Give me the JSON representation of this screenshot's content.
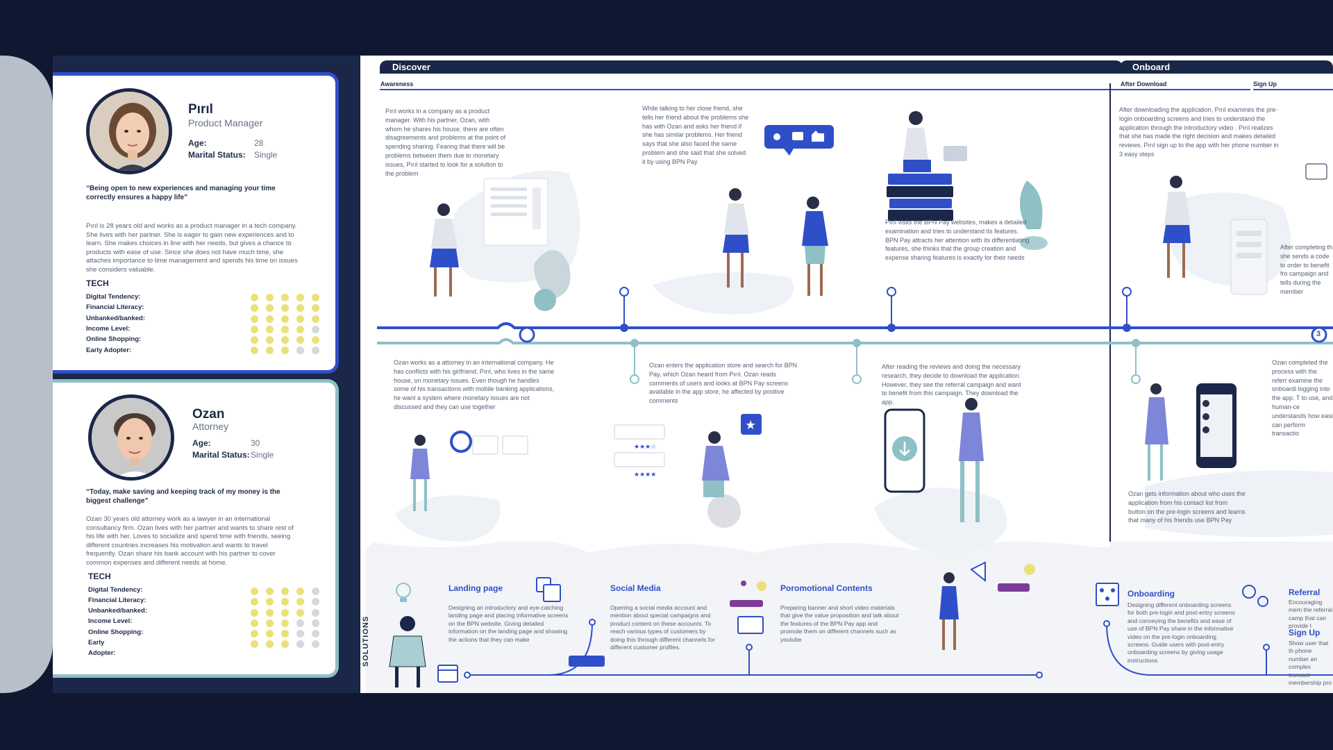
{
  "personas": [
    {
      "name": "Pırıl",
      "role": "Product Manager",
      "age_label": "Age:",
      "age": "28",
      "marital_label": "Marital Status:",
      "marital": "Single",
      "quote": "“Being open to new experiences and managing your time correctly ensures a happy life”",
      "description": "Pırıl is 28 years old and works as a product manager in a tech company. She lives with her partner. She is eager to gain new experiences and to learn. She makes choices in line with her needs, but gives a chance to products with ease of use.  Since she does not have much time, she attaches importance to time management and spends his time on issues she considers valuable.",
      "tech_title": "TECH",
      "traits": [
        "Digital Tendency:",
        "Financial Literacy:",
        "Unbanked/banked:",
        "Income Level:",
        "Online Shopping:",
        "Early Adopter:"
      ],
      "levels": [
        5,
        5,
        5,
        4,
        5,
        3
      ]
    },
    {
      "name": "Ozan",
      "role": "Attorney",
      "age_label": "Age:",
      "age": "30",
      "marital_label": "Marital Status:",
      "marital": "Single",
      "quote": "“Today, make saving and keeping track of  my money is the biggest challenge”",
      "description": "Ozan 30 years old attorney work as a lawyer in an international consultancy firm. Ozan lives with her partner and wants to share rest of his life with her. Loves to socialize and spend time with friends, seeing different countries increases his motivation and wants to travel frequently. Ozan share his bank account with his partner to cover common expenses and different needs at home.",
      "tech_title": "TECH",
      "traits": [
        "Digital Tendency:",
        "Financial Literacy:",
        "Unbanked/banked:",
        "Income Level:",
        "Online Shopping:",
        "Early",
        "Adopter:"
      ],
      "levels": [
        4,
        4,
        4,
        3,
        3,
        3
      ]
    }
  ],
  "phases": {
    "discover": "Discover",
    "onboard": "Onboard",
    "awareness": "Awareness",
    "after_download": "After Download",
    "sign_up": "Sign Up"
  },
  "journey_texts": {
    "t1": "Pırıl works in a company as a product manager. With his partner, Ozan, with whom he shares his house, there are often disagreements and problems at the point of spending sharing. Fearing that there will be problems between them due to monetary issues, Pırıl started to look for a solution to the problem",
    "t2": "While talking to her close friend, she tells her friend about the problems she has with Ozan and asks her friend if she has similar problems. Her friend says that she also faced the same problem and she said that she solved it by using BPN Pay",
    "t3": "Pırıl visits the BPN Pay websites, makes a detailed examination and tries to understand its features. BPN Pay attracts her attention with its differentiating features, she thinks that the group creation and expense sharing features is exactly for their needs",
    "t4": "After downloading the application, Pırıl examines the pre-login onboarding screens and tries to understand the application through the introductory video . Pırıl realizes that she has made the right decision and makes detailed reviews. Pırıl sign up to the app with her phone number in 3 easy steps",
    "t5": "After completing th she sends a code to order to benefit fro campaign and tells during the member",
    "b1": "Ozan works as a attorney in an international company. He has conflicts with his girlfriend, Pırıl, who lives in the same house, on monetary issues. Even though he handles some of his transactions with mobile banking applications, he want a system where monetary issues are not discussed and they can use together",
    "b2": "Ozan enters the application store and search for BPN Pay, which Ozan heard from Pırıl. Ozan reads comments of users and looks at BPN Pay screens available in the app store, he affected by positive comments",
    "b3": "After reading the reviews and doing the necessary research, they decide to download the application. However, they see the referral campaign and want to benefit from this campaign. They download the app.",
    "b4": "Ozan gets information about who uses the application from his contact list from button on the pre-login screens and learns that many of his friends use BPN Pay",
    "b5": "Ozan completed the process with the referr examine the onboardi logging into the app. T to use, and human-ce understands how easi can perform transactio"
  },
  "timeline_step": "3",
  "solutions": {
    "label": "SOLUTIONS",
    "items": [
      {
        "title": "Landing page",
        "text": "Designing an introductory and eye-catching landing page and placing informative screens on the BPN website. Giving detailed information on the landing page and showing the actions that they can  make"
      },
      {
        "title": "Social Media",
        "text": "Opening a social media account and mention about special campaigns and product content on these accounts. To reach various types of customers by doing this through different channels for different customer profiles."
      },
      {
        "title": "Poromotional Contents",
        "text": "Preparing banner and short video materials that give the value proposition and talk about the features of the BPN Pay app and promote them on different channels such as youtube"
      },
      {
        "title": "Onboarding",
        "text": "Designing different onboarding screens for both pre-login and post-entry screens and conveying the benefits and ease of use of BPN Pay share in the informative video on the pre-login onboarding screens. Guide users with post-entry onboarding screens by giving usage instructions"
      },
      {
        "title": "Referral",
        "text": "Encouraging mem the referral camp that can provide t"
      },
      {
        "title": "Sign Up",
        "text": "Show user that th phone number an complex transact membership pro"
      }
    ]
  },
  "colors": {
    "navy": "#1a2748",
    "blue": "#2f4fc9",
    "teal": "#8ec0c6",
    "dot_yellow": "#ebe07a",
    "dot_grey": "#d6d8dc"
  }
}
